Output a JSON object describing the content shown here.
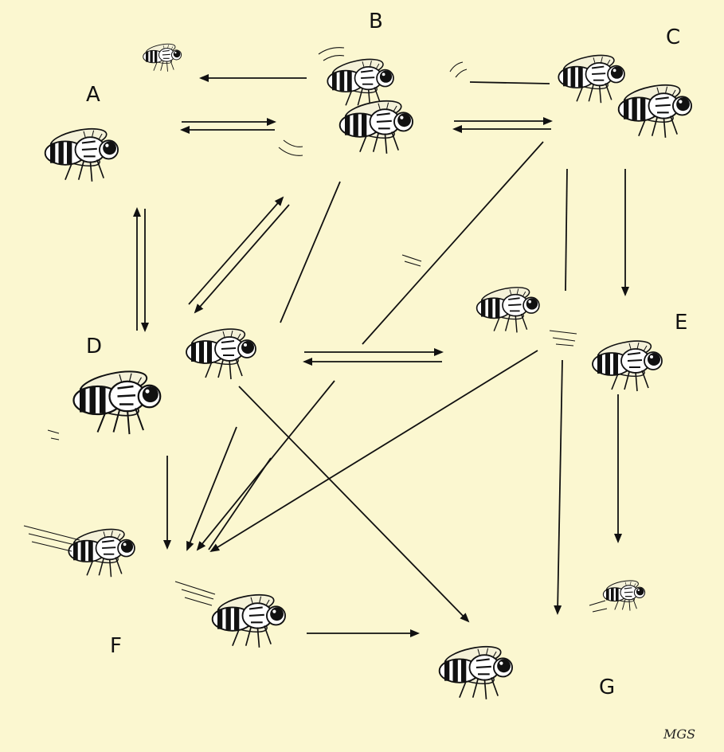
{
  "diagram": {
    "nodes": [
      {
        "id": "A",
        "label": "A"
      },
      {
        "id": "B",
        "label": "B"
      },
      {
        "id": "C",
        "label": "C"
      },
      {
        "id": "D",
        "label": "D"
      },
      {
        "id": "E",
        "label": "E"
      },
      {
        "id": "F",
        "label": "F"
      },
      {
        "id": "G",
        "label": "G"
      }
    ],
    "signature": "MGS",
    "colors": {
      "background": "#fbf7d0",
      "ink": "#111111",
      "wing": "#f4f1d8"
    },
    "icon": "fly-icon"
  }
}
